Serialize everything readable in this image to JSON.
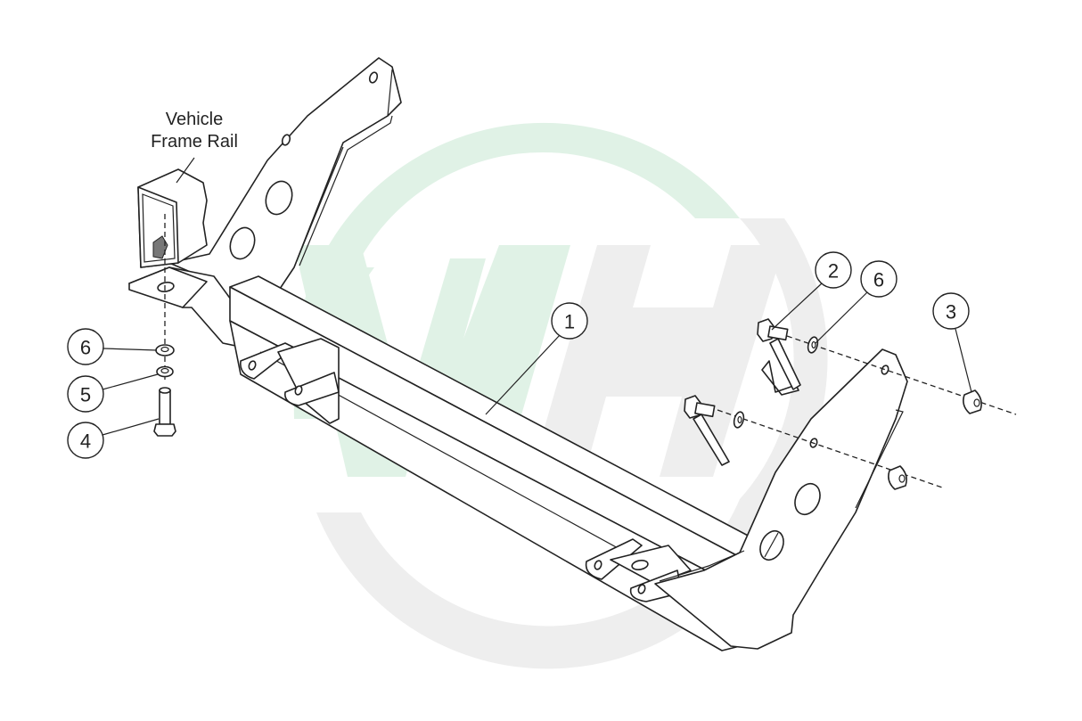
{
  "diagram": {
    "type": "exploded-parts-diagram",
    "subject": "Front mounting bracket assembly",
    "annotation": {
      "line1": "Vehicle",
      "line2": "Frame Rail"
    },
    "callouts": [
      {
        "number": "1",
        "part": "Main crossbar / bracket"
      },
      {
        "number": "2",
        "part": "Hex bolt (right side)"
      },
      {
        "number": "6",
        "part": "Flat washer (right side)"
      },
      {
        "number": "3",
        "part": "Lock nut"
      },
      {
        "number": "6",
        "part": "Flat washer (left side)"
      },
      {
        "number": "5",
        "part": "Lock washer"
      },
      {
        "number": "4",
        "part": "Hex bolt (left side)"
      }
    ],
    "watermark": {
      "letters": "WH",
      "green": "#e0f2e6",
      "gray": "#eeeeee"
    },
    "line_color": "#222222"
  }
}
